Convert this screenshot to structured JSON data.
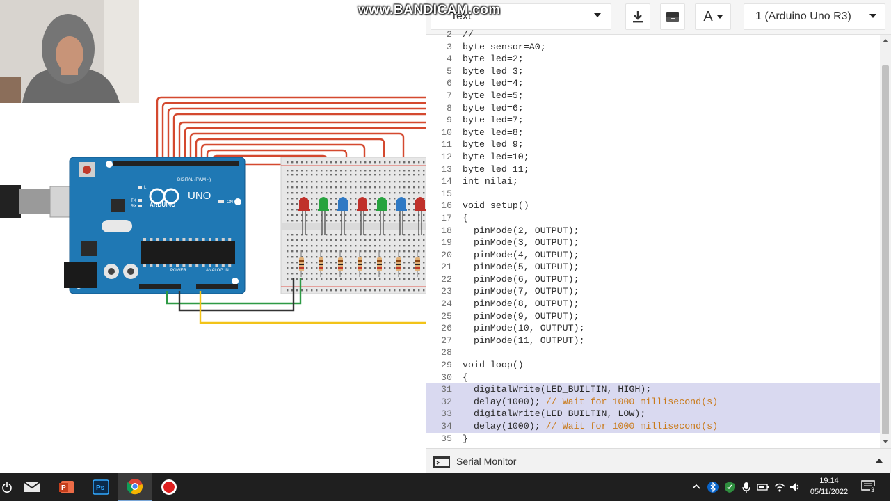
{
  "watermark": "www.BANDICAM.com",
  "toolbar": {
    "mode": "Text",
    "font_icon_label": "A",
    "board": "1 (Arduino Uno R3)"
  },
  "arduino": {
    "brand": "ARDUINO",
    "model": "UNO",
    "digital_label": "DIGITAL (PWM ~)",
    "power_label": "POWER",
    "analog_label": "ANALOG IN",
    "on_label": "ON",
    "l_label": "L",
    "tx_label": "TX",
    "rx_label": "RX"
  },
  "leds": [
    {
      "color": "#c0312b"
    },
    {
      "color": "#27a33f"
    },
    {
      "color": "#2f79c4"
    },
    {
      "color": "#c0312b"
    },
    {
      "color": "#27a33f"
    },
    {
      "color": "#2f79c4"
    },
    {
      "color": "#c0312b"
    }
  ],
  "wire_colors": {
    "red": "#d4492f",
    "green": "#2e9a45",
    "black": "#333333",
    "yellow": "#f2c318"
  },
  "code": {
    "lines": [
      {
        "n": "2",
        "t": "//"
      },
      {
        "n": "3",
        "t": "byte sensor=A0;"
      },
      {
        "n": "4",
        "t": "byte led=2;"
      },
      {
        "n": "5",
        "t": "byte led=3;"
      },
      {
        "n": "6",
        "t": "byte led=4;"
      },
      {
        "n": "7",
        "t": "byte led=5;"
      },
      {
        "n": "8",
        "t": "byte led=6;"
      },
      {
        "n": "9",
        "t": "byte led=7;"
      },
      {
        "n": "10",
        "t": "byte led=8;"
      },
      {
        "n": "11",
        "t": "byte led=9;"
      },
      {
        "n": "12",
        "t": "byte led=10;"
      },
      {
        "n": "13",
        "t": "byte led=11;"
      },
      {
        "n": "14",
        "t": "int nilai;"
      },
      {
        "n": "15",
        "t": ""
      },
      {
        "n": "16",
        "t": "void setup()"
      },
      {
        "n": "17",
        "t": "{"
      },
      {
        "n": "18",
        "t": "  pinMode(2, OUTPUT);"
      },
      {
        "n": "19",
        "t": "  pinMode(3, OUTPUT);"
      },
      {
        "n": "20",
        "t": "  pinMode(4, OUTPUT);"
      },
      {
        "n": "21",
        "t": "  pinMode(5, OUTPUT);"
      },
      {
        "n": "22",
        "t": "  pinMode(6, OUTPUT);"
      },
      {
        "n": "23",
        "t": "  pinMode(7, OUTPUT);"
      },
      {
        "n": "24",
        "t": "  pinMode(8, OUTPUT);"
      },
      {
        "n": "25",
        "t": "  pinMode(9, OUTPUT);"
      },
      {
        "n": "26",
        "t": "  pinMode(10, OUTPUT);"
      },
      {
        "n": "27",
        "t": "  pinMode(11, OUTPUT);"
      },
      {
        "n": "28",
        "t": ""
      },
      {
        "n": "29",
        "t": "void loop()"
      },
      {
        "n": "30",
        "t": "{"
      },
      {
        "n": "31",
        "t": "  digitalWrite(LED_BUILTIN, HIGH);",
        "hl": true
      },
      {
        "n": "32",
        "t": "  delay(1000); ",
        "c": "// Wait for 1000 millisecond(s)",
        "hl": true
      },
      {
        "n": "33",
        "t": "  digitalWrite(LED_BUILTIN, LOW);",
        "hl": true
      },
      {
        "n": "34",
        "t": "  delay(1000); ",
        "c": "// Wait for 1000 millisecond(s)",
        "hl": true
      },
      {
        "n": "35",
        "t": "}"
      }
    ]
  },
  "serial_monitor": {
    "label": "Serial Monitor"
  },
  "taskbar": {
    "apps": [
      "mail-icon",
      "powerpoint-icon",
      "photoshop-icon",
      "chrome-icon",
      "bandicam-icon"
    ],
    "time": "19:14",
    "date": "05/11/2022",
    "notification_count": "3"
  }
}
